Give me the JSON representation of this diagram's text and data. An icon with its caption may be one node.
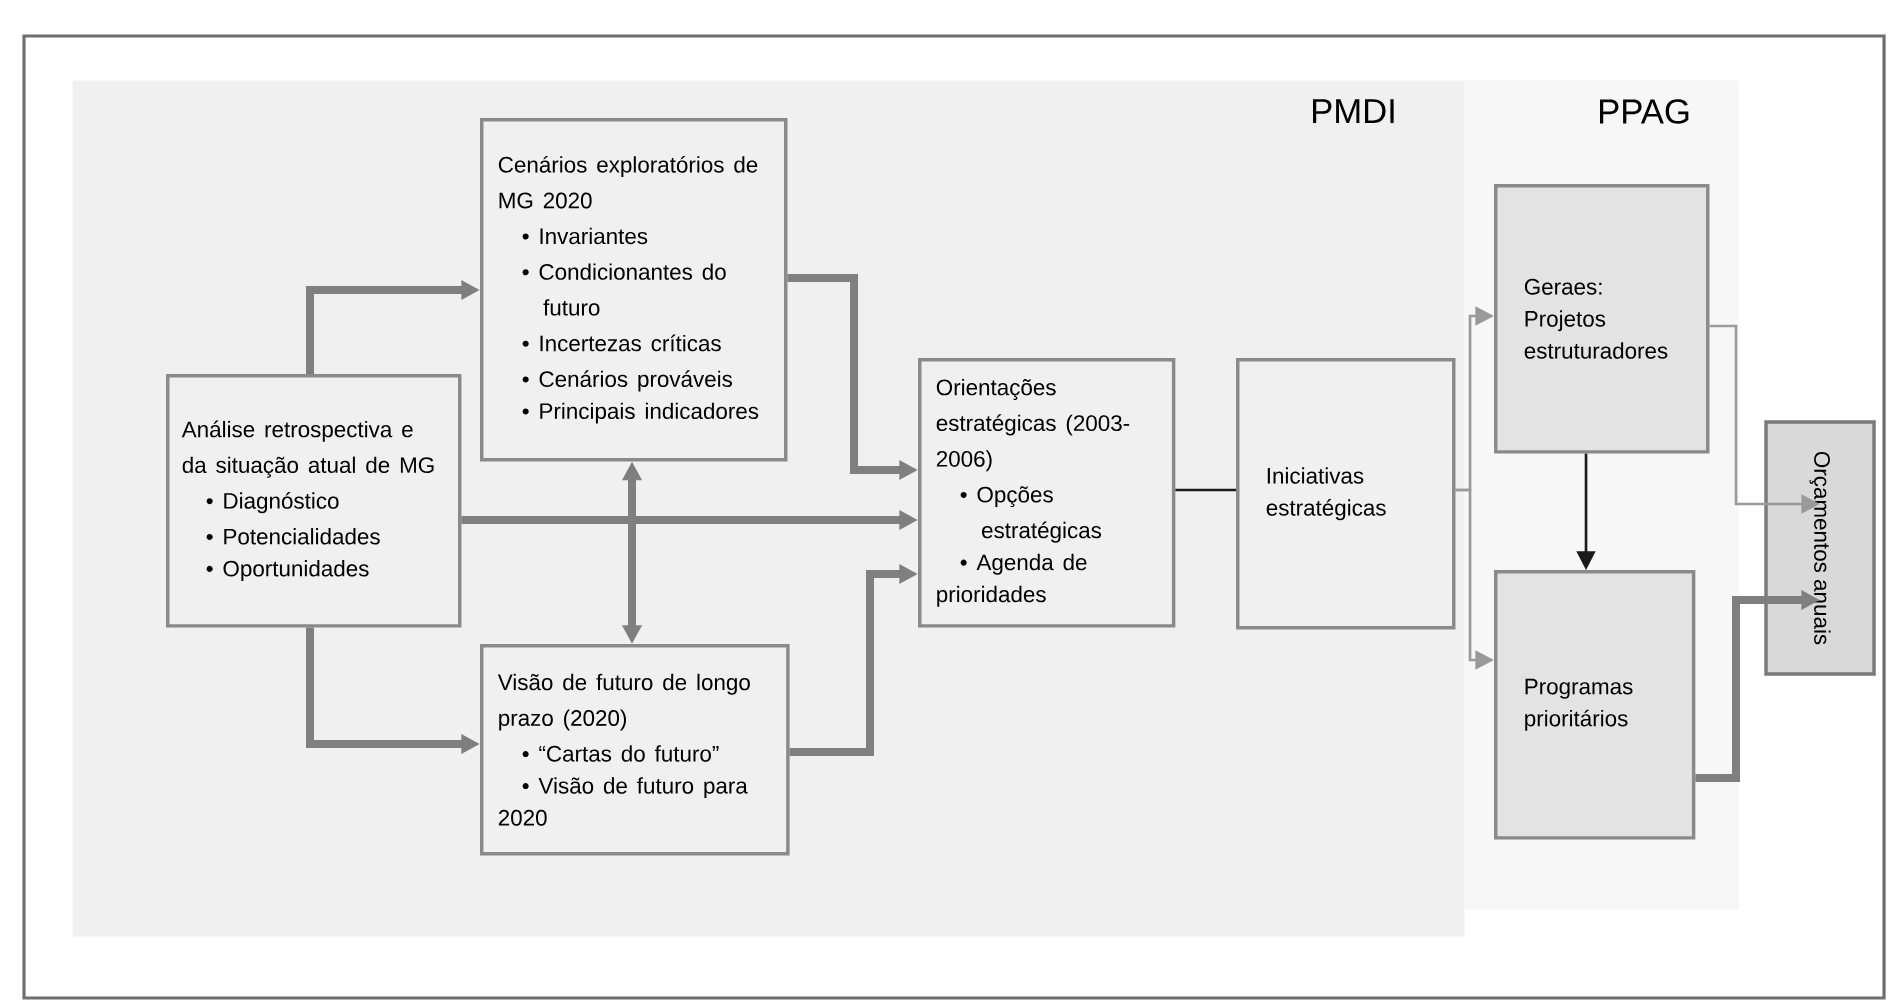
{
  "diagram": {
    "nodes": [
      {
        "text": [
          "PMDI"
        ]
      },
      {
        "text": [
          "Cenários exploratórios de MG 2020",
          "• Invariantes",
          "• Condicionantes do futuro",
          "• Incertezas críticas",
          "• Cenários prováveis",
          "• Principais indicadores"
        ],
        "in": 0
      },
      {
        "text": [
          "Análise retrospectiva e da situação atual de MG",
          "• Diagnóstico",
          "• Potencialidades",
          "• Oportunidades"
        ],
        "in": 0
      },
      {
        "text": [
          "Visão de futuro de longo prazo (2020)",
          "• “Cartas do futuro”",
          "• Visão de futuro para 2020"
        ],
        "in": 0
      },
      {
        "text": [
          "Orientações estratégicas (2003-2006)",
          "• Opções estratégicas",
          "• Agenda de prioridades"
        ],
        "in": 0
      },
      {
        "text": [
          "Iniciativas estratégicas"
        ],
        "in": 0
      },
      {
        "text": [
          "PPAG"
        ]
      },
      {
        "text": [
          "Geraes: Projetos estruturadores"
        ],
        "in": 6
      },
      {
        "text": [
          "Programas prioritários"
        ],
        "in": 6
      },
      {
        "text": [
          "Orçamentos anuais"
        ]
      }
    ],
    "edges": [
      {
        "from": 2,
        "to": 1,
        "arrow": "to"
      },
      {
        "from": 2,
        "to": 3,
        "arrow": "to"
      },
      {
        "from": 2,
        "to": 4,
        "arrow": "to"
      },
      {
        "from": 1,
        "to": 3,
        "arrow": "both"
      },
      {
        "from": 1,
        "to": 4,
        "arrow": "to"
      },
      {
        "from": 3,
        "to": 4,
        "arrow": "to"
      },
      {
        "from": 4,
        "to": 5,
        "arrow": "none",
        "color": "#1a1a1a"
      },
      {
        "from": 5,
        "to": 7,
        "arrow": "to",
        "color": "#9a9a9a"
      },
      {
        "from": 5,
        "to": 8,
        "arrow": "to",
        "color": "#9a9a9a"
      },
      {
        "from": 7,
        "to": 8,
        "arrow": "to",
        "color": "#1a1a1a"
      },
      {
        "from": 7,
        "to": 9,
        "arrow": "to",
        "color": "#9a9a9a"
      },
      {
        "from": 8,
        "to": 9,
        "arrow": "to"
      }
    ]
  }
}
